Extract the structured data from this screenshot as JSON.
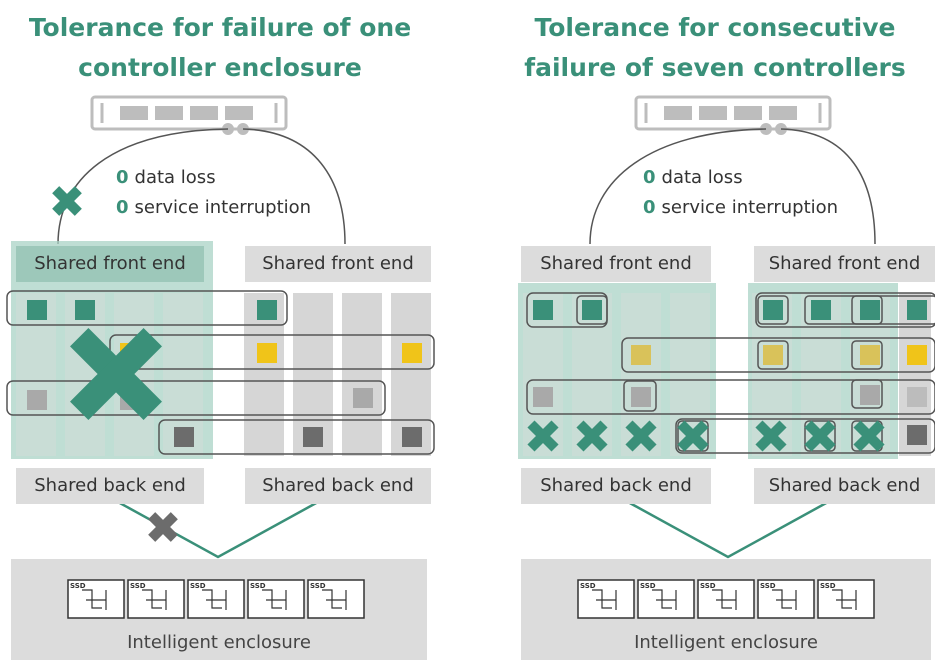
{
  "left": {
    "title_line1": "Tolerance for failure of one",
    "title_line2": "controller enclosure",
    "stat1_num": "0",
    "stat1_text": "data loss",
    "stat2_num": "0",
    "stat2_text": "service interruption",
    "front_end_a": "Shared front end",
    "front_end_b": "Shared front end",
    "back_end_a": "Shared back end",
    "back_end_b": "Shared back end",
    "enclosure_label": "Intelligent enclosure",
    "ssd_label": "SSD"
  },
  "right": {
    "title_line1": "Tolerance for consecutive",
    "title_line2": "failure of seven controllers",
    "stat1_num": "0",
    "stat1_text": "data loss",
    "stat2_num": "0",
    "stat2_text": "service interruption",
    "front_end_a": "Shared front end",
    "front_end_b": "Shared front end",
    "back_end_a": "Shared back end",
    "back_end_b": "Shared back end",
    "enclosure_label": "Intelligent enclosure",
    "ssd_label": "SSD"
  },
  "colors": {
    "accent": "#3a9079",
    "shade": "#a9d3c6",
    "column": "#d6d6d6",
    "yellow": "#f0c419",
    "grey_block": "#a9a9a9",
    "dark_block": "#6c6c6c"
  }
}
